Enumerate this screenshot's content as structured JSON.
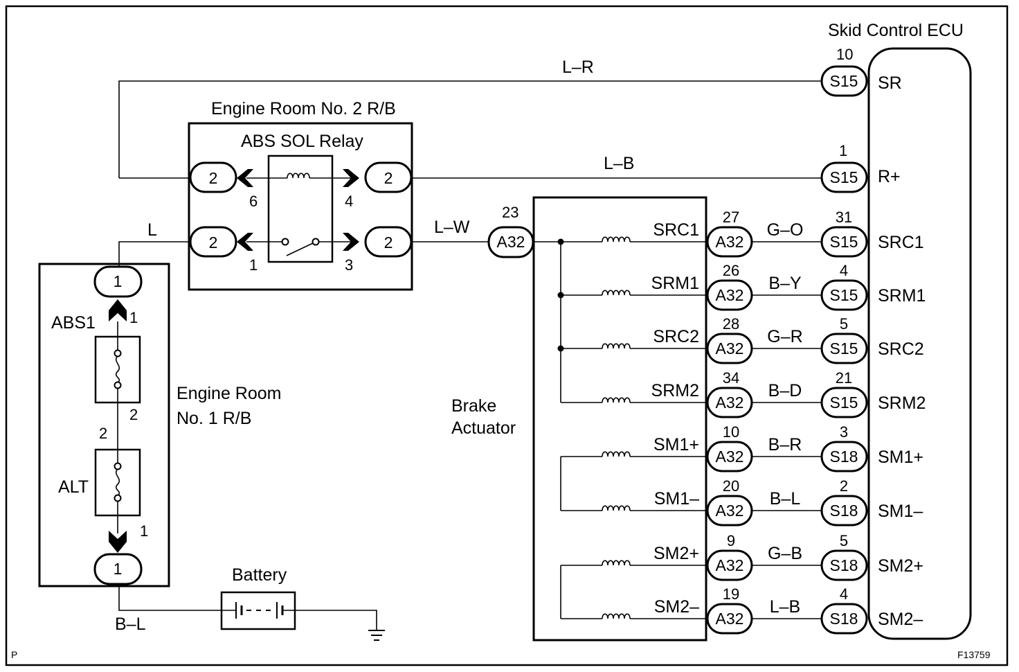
{
  "labels": {
    "ecu_title": "Skid Control ECU",
    "er2_title": "Engine Room No. 2 R/B",
    "relay_title": "ABS SOL Relay",
    "er1_line1": "Engine Room",
    "er1_line2": "No. 1 R/B",
    "actuator_line1": "Brake",
    "actuator_line2": "Actuator",
    "battery": "Battery",
    "abs1": "ABS1",
    "alt": "ALT",
    "corner_left": "P",
    "corner_right": "F13759"
  },
  "wire_colors": {
    "sr": "L–R",
    "rplus": "L–B",
    "er2_in": "L",
    "er2_out": "L–W",
    "battery": "B–L"
  },
  "pins": {
    "relay_left_top": "2",
    "relay_right_top": "2",
    "relay_left_bottom": "2",
    "relay_right_bottom": "2",
    "relay_term_6": "6",
    "relay_term_4": "4",
    "relay_term_1": "1",
    "relay_term_3": "3",
    "er1_top": "1",
    "er1_bottom": "1",
    "abs1_in": "1",
    "abs1_out": "2",
    "alt_in": "2",
    "alt_out": "1",
    "a32_in_num": "23",
    "a32_in_label": "A32",
    "sr_num": "10",
    "sr_conn": "S15",
    "sr_label": "SR",
    "rplus_num": "1",
    "rplus_conn": "S15",
    "rplus_label": "R+"
  },
  "signals": [
    {
      "name": "SRC1",
      "a_pin": "27",
      "a_conn": "A32",
      "color": "G–O",
      "s_pin": "31",
      "s_conn": "S15",
      "ecu": "SRC1"
    },
    {
      "name": "SRM1",
      "a_pin": "26",
      "a_conn": "A32",
      "color": "B–Y",
      "s_pin": "4",
      "s_conn": "S15",
      "ecu": "SRM1"
    },
    {
      "name": "SRC2",
      "a_pin": "28",
      "a_conn": "A32",
      "color": "G–R",
      "s_pin": "5",
      "s_conn": "S15",
      "ecu": "SRC2"
    },
    {
      "name": "SRM2",
      "a_pin": "34",
      "a_conn": "A32",
      "color": "B–D",
      "s_pin": "21",
      "s_conn": "S15",
      "ecu": "SRM2"
    },
    {
      "name": "SM1+",
      "a_pin": "10",
      "a_conn": "A32",
      "color": "B–R",
      "s_pin": "3",
      "s_conn": "S18",
      "ecu": "SM1+"
    },
    {
      "name": "SM1–",
      "a_pin": "20",
      "a_conn": "A32",
      "color": "B–L",
      "s_pin": "2",
      "s_conn": "S18",
      "ecu": "SM1–"
    },
    {
      "name": "SM2+",
      "a_pin": "9",
      "a_conn": "A32",
      "color": "G–B",
      "s_pin": "5",
      "s_conn": "S18",
      "ecu": "SM2+"
    },
    {
      "name": "SM2–",
      "a_pin": "19",
      "a_conn": "A32",
      "color": "L–B",
      "s_pin": "4",
      "s_conn": "S18",
      "ecu": "SM2–"
    }
  ]
}
